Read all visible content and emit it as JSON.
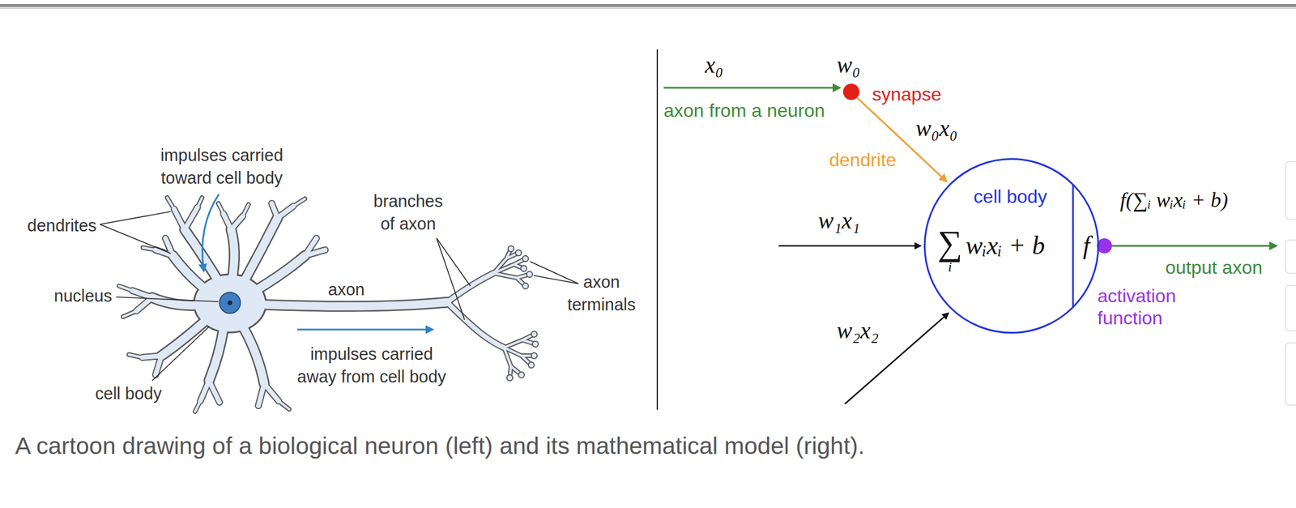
{
  "diagram": {
    "caption": "A cartoon drawing of a biological neuron (left) and its mathematical model (right).",
    "nodes": [
      {
        "text": [
          "cell body",
          "∑",
          "i",
          "wᵢxᵢ + b",
          "f"
        ]
      }
    ],
    "labels": [
      "impulses carried toward cell body",
      "dendrites",
      "nucleus",
      "cell body",
      "axon",
      "branches of axon",
      "axon terminals",
      "impulses carried away from cell body",
      "x₀",
      "w₀",
      "axon from a neuron",
      "synapse",
      "w₀x₀",
      "dendrite",
      "w₁x₁",
      "w₂x₂",
      "f(∑ᵢ wᵢxᵢ + b)",
      "output axon",
      "activation function"
    ]
  }
}
